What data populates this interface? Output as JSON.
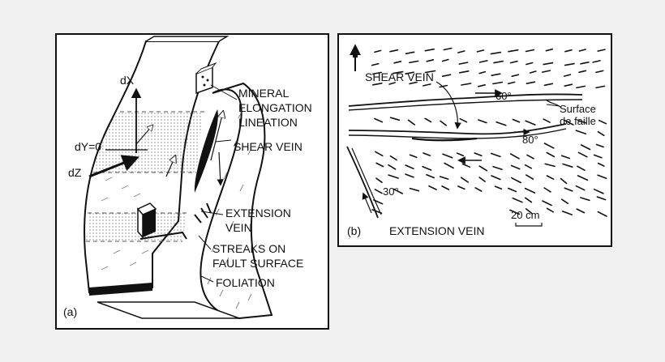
{
  "panel_a": {
    "tag": "(a)",
    "labels": {
      "dx": "dX",
      "dy0": "dY=0",
      "dz": "dZ",
      "mineral_1": "MINERAL",
      "mineral_2": "ELONGATION",
      "mineral_3": "LINEATION",
      "shear_vein": "SHEAR VEIN",
      "extension_1": "EXTENSION",
      "extension_2": "VEIN",
      "streaks_1": "STREAKS ON",
      "streaks_2": "FAULT SURFACE",
      "foliation": "FOLIATION"
    }
  },
  "panel_b": {
    "tag": "(b)",
    "labels": {
      "shear_vein": "SHEAR VEIN",
      "extension_vein": "EXTENSION VEIN",
      "surface_1": "Surface",
      "surface_2": "de faille",
      "angle_60": "60°",
      "angle_80": "80°",
      "angle_30": "30°",
      "scale": "20 cm"
    }
  }
}
